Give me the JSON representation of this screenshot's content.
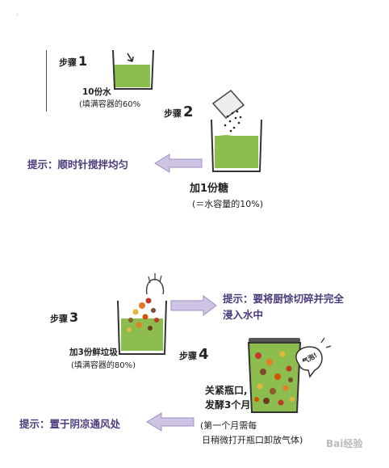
{
  "corner_mark": "·",
  "step1": {
    "label": "步骤",
    "num": "1",
    "amount": "10份水",
    "note": "(填满容器的60%"
  },
  "step2": {
    "label": "步骤",
    "num": "2",
    "amount": "加1份糖",
    "note": "(＝水容量的10%)"
  },
  "tip1": "提示：顺时针搅拌均匀",
  "step3": {
    "label": "步骤",
    "num": "3",
    "amount": "加3份鲜垃圾",
    "note": "(填满容器的80%)"
  },
  "tip2": {
    "line1": "提示：要将厨馀切碎并完全",
    "line2": "浸入水中"
  },
  "step4": {
    "label": "步骤",
    "num": "4",
    "instr_line1": "关紧瓶口,",
    "instr_line2": "发酵3个月",
    "note_line1": "(第一个月需每",
    "note_line2": "日稍微打开瓶口卸放气体)",
    "bubble": "气泡!"
  },
  "tip3": "提示：置于阴凉通风处",
  "watermark": "Bai经验"
}
